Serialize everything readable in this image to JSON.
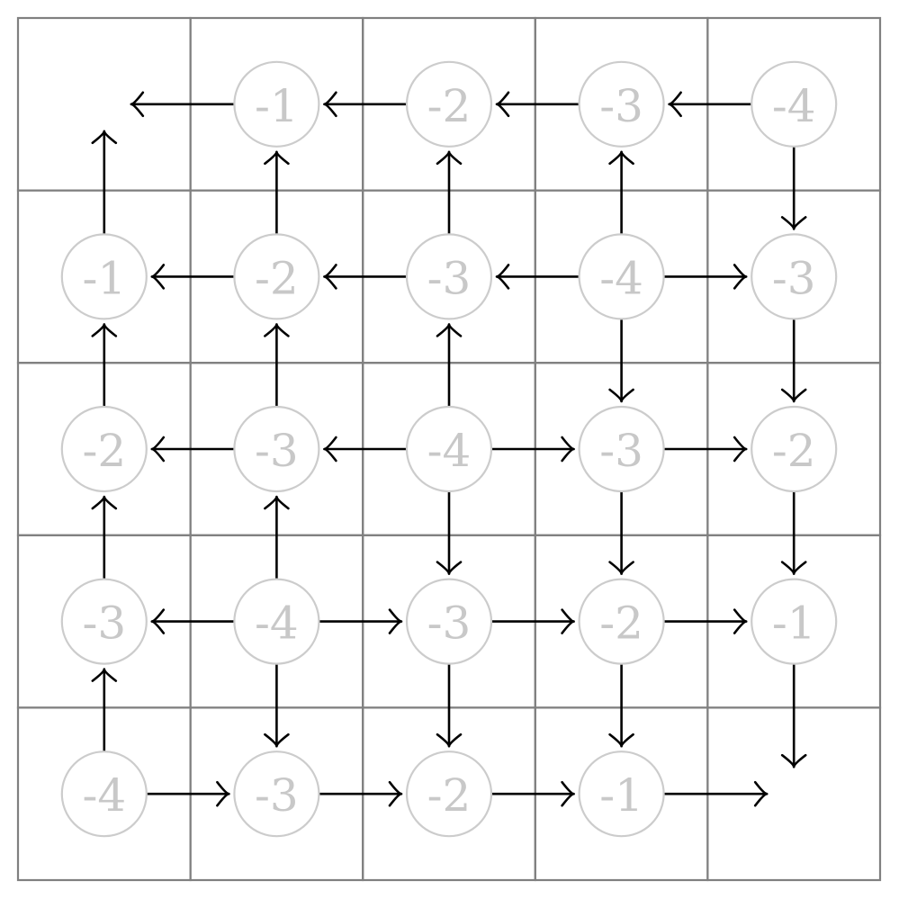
{
  "grid": {
    "rows": 5,
    "cols": 5,
    "terminal_color": "#ccffcc",
    "terminals": [
      [
        0,
        0
      ],
      [
        4,
        4
      ]
    ],
    "values": [
      [
        null,
        "-1",
        "-2",
        "-3",
        "-4"
      ],
      [
        "-1",
        "-2",
        "-3",
        "-4",
        "-3"
      ],
      [
        "-2",
        "-3",
        "-4",
        "-3",
        "-2"
      ],
      [
        "-3",
        "-4",
        "-3",
        "-2",
        "-1"
      ],
      [
        "-4",
        "-3",
        "-2",
        "-1",
        null
      ]
    ],
    "policy": [
      [
        [],
        [
          "left"
        ],
        [
          "left"
        ],
        [
          "left"
        ],
        [
          "left",
          "down"
        ]
      ],
      [
        [
          "up"
        ],
        [
          "up",
          "left"
        ],
        [
          "up",
          "left"
        ],
        [
          "up",
          "left",
          "right",
          "down"
        ],
        [
          "down"
        ]
      ],
      [
        [
          "up"
        ],
        [
          "up",
          "left"
        ],
        [
          "up",
          "left",
          "right",
          "down"
        ],
        [
          "right",
          "down"
        ],
        [
          "down"
        ]
      ],
      [
        [
          "up"
        ],
        [
          "up",
          "left",
          "right",
          "down"
        ],
        [
          "right",
          "down"
        ],
        [
          "right",
          "down"
        ],
        [
          "down"
        ]
      ],
      [
        [
          "up",
          "right"
        ],
        [
          "right"
        ],
        [
          "right"
        ],
        [
          "right"
        ],
        []
      ]
    ]
  }
}
